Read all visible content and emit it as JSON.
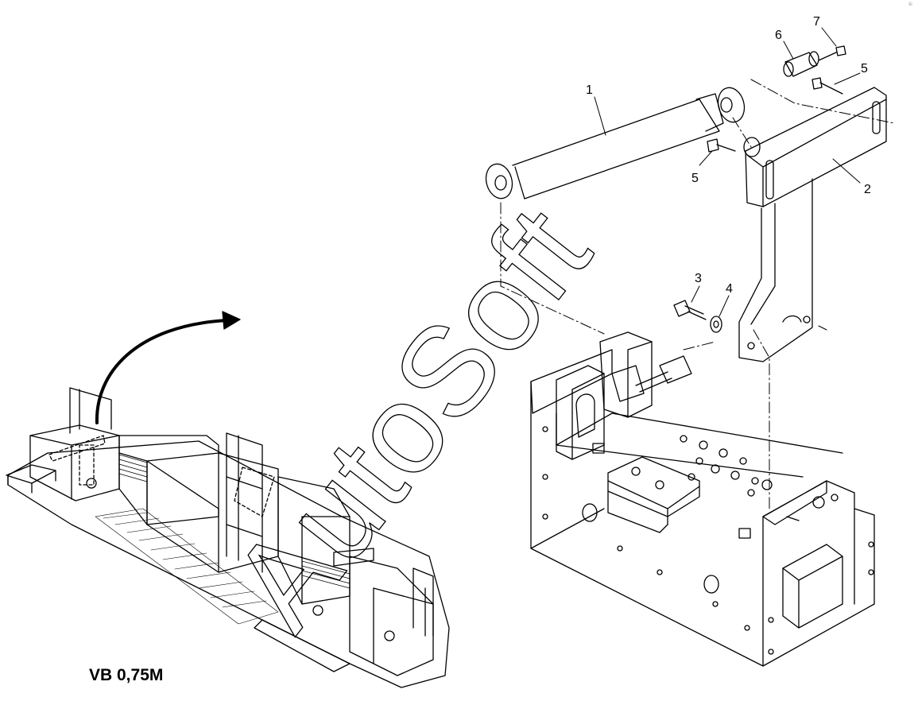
{
  "model_label": "VB 0,75M",
  "watermark_text": "AutoSoft",
  "corner_mark": "©",
  "callouts": {
    "c1": "1",
    "c2": "2",
    "c3": "3",
    "c4": "4",
    "c5a": "5",
    "c5b": "5",
    "c6": "6",
    "c7": "7"
  },
  "colors": {
    "line": "#000000",
    "background": "#ffffff",
    "watermark": "#000000"
  }
}
